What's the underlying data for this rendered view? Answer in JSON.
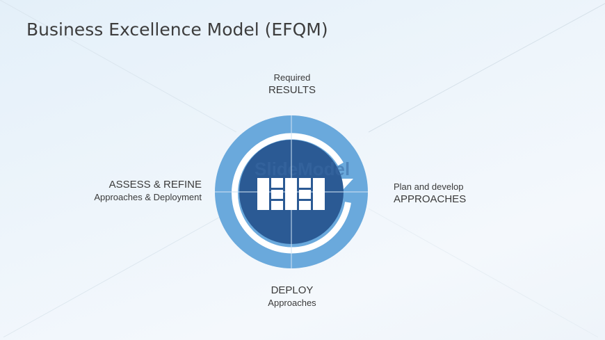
{
  "slide": {
    "title": "Business Excellence Model (EFQM)"
  },
  "quadrants": {
    "top": {
      "line1": "Required",
      "line2": "RESULTS"
    },
    "right": {
      "line1": "Plan and develop",
      "line2": "APPROACHES"
    },
    "bottom": {
      "line1": "DEPLOY",
      "line2": "Approaches"
    },
    "left": {
      "line1": "ASSESS & REFINE",
      "line2": "Approaches & Deployment"
    }
  },
  "diagram": {
    "center_icon": "efqm-grid-icon",
    "cycle_icon": "clockwise-cycle-arrow-icon",
    "watermark": "SlideModel.com",
    "colors": {
      "outer_ring": "#6aa9dc",
      "inner_disk": "#2b5a94",
      "cycle_arrow": "#ffffff",
      "divider": "#cfe2f3",
      "text": "#3a3a3a"
    }
  }
}
